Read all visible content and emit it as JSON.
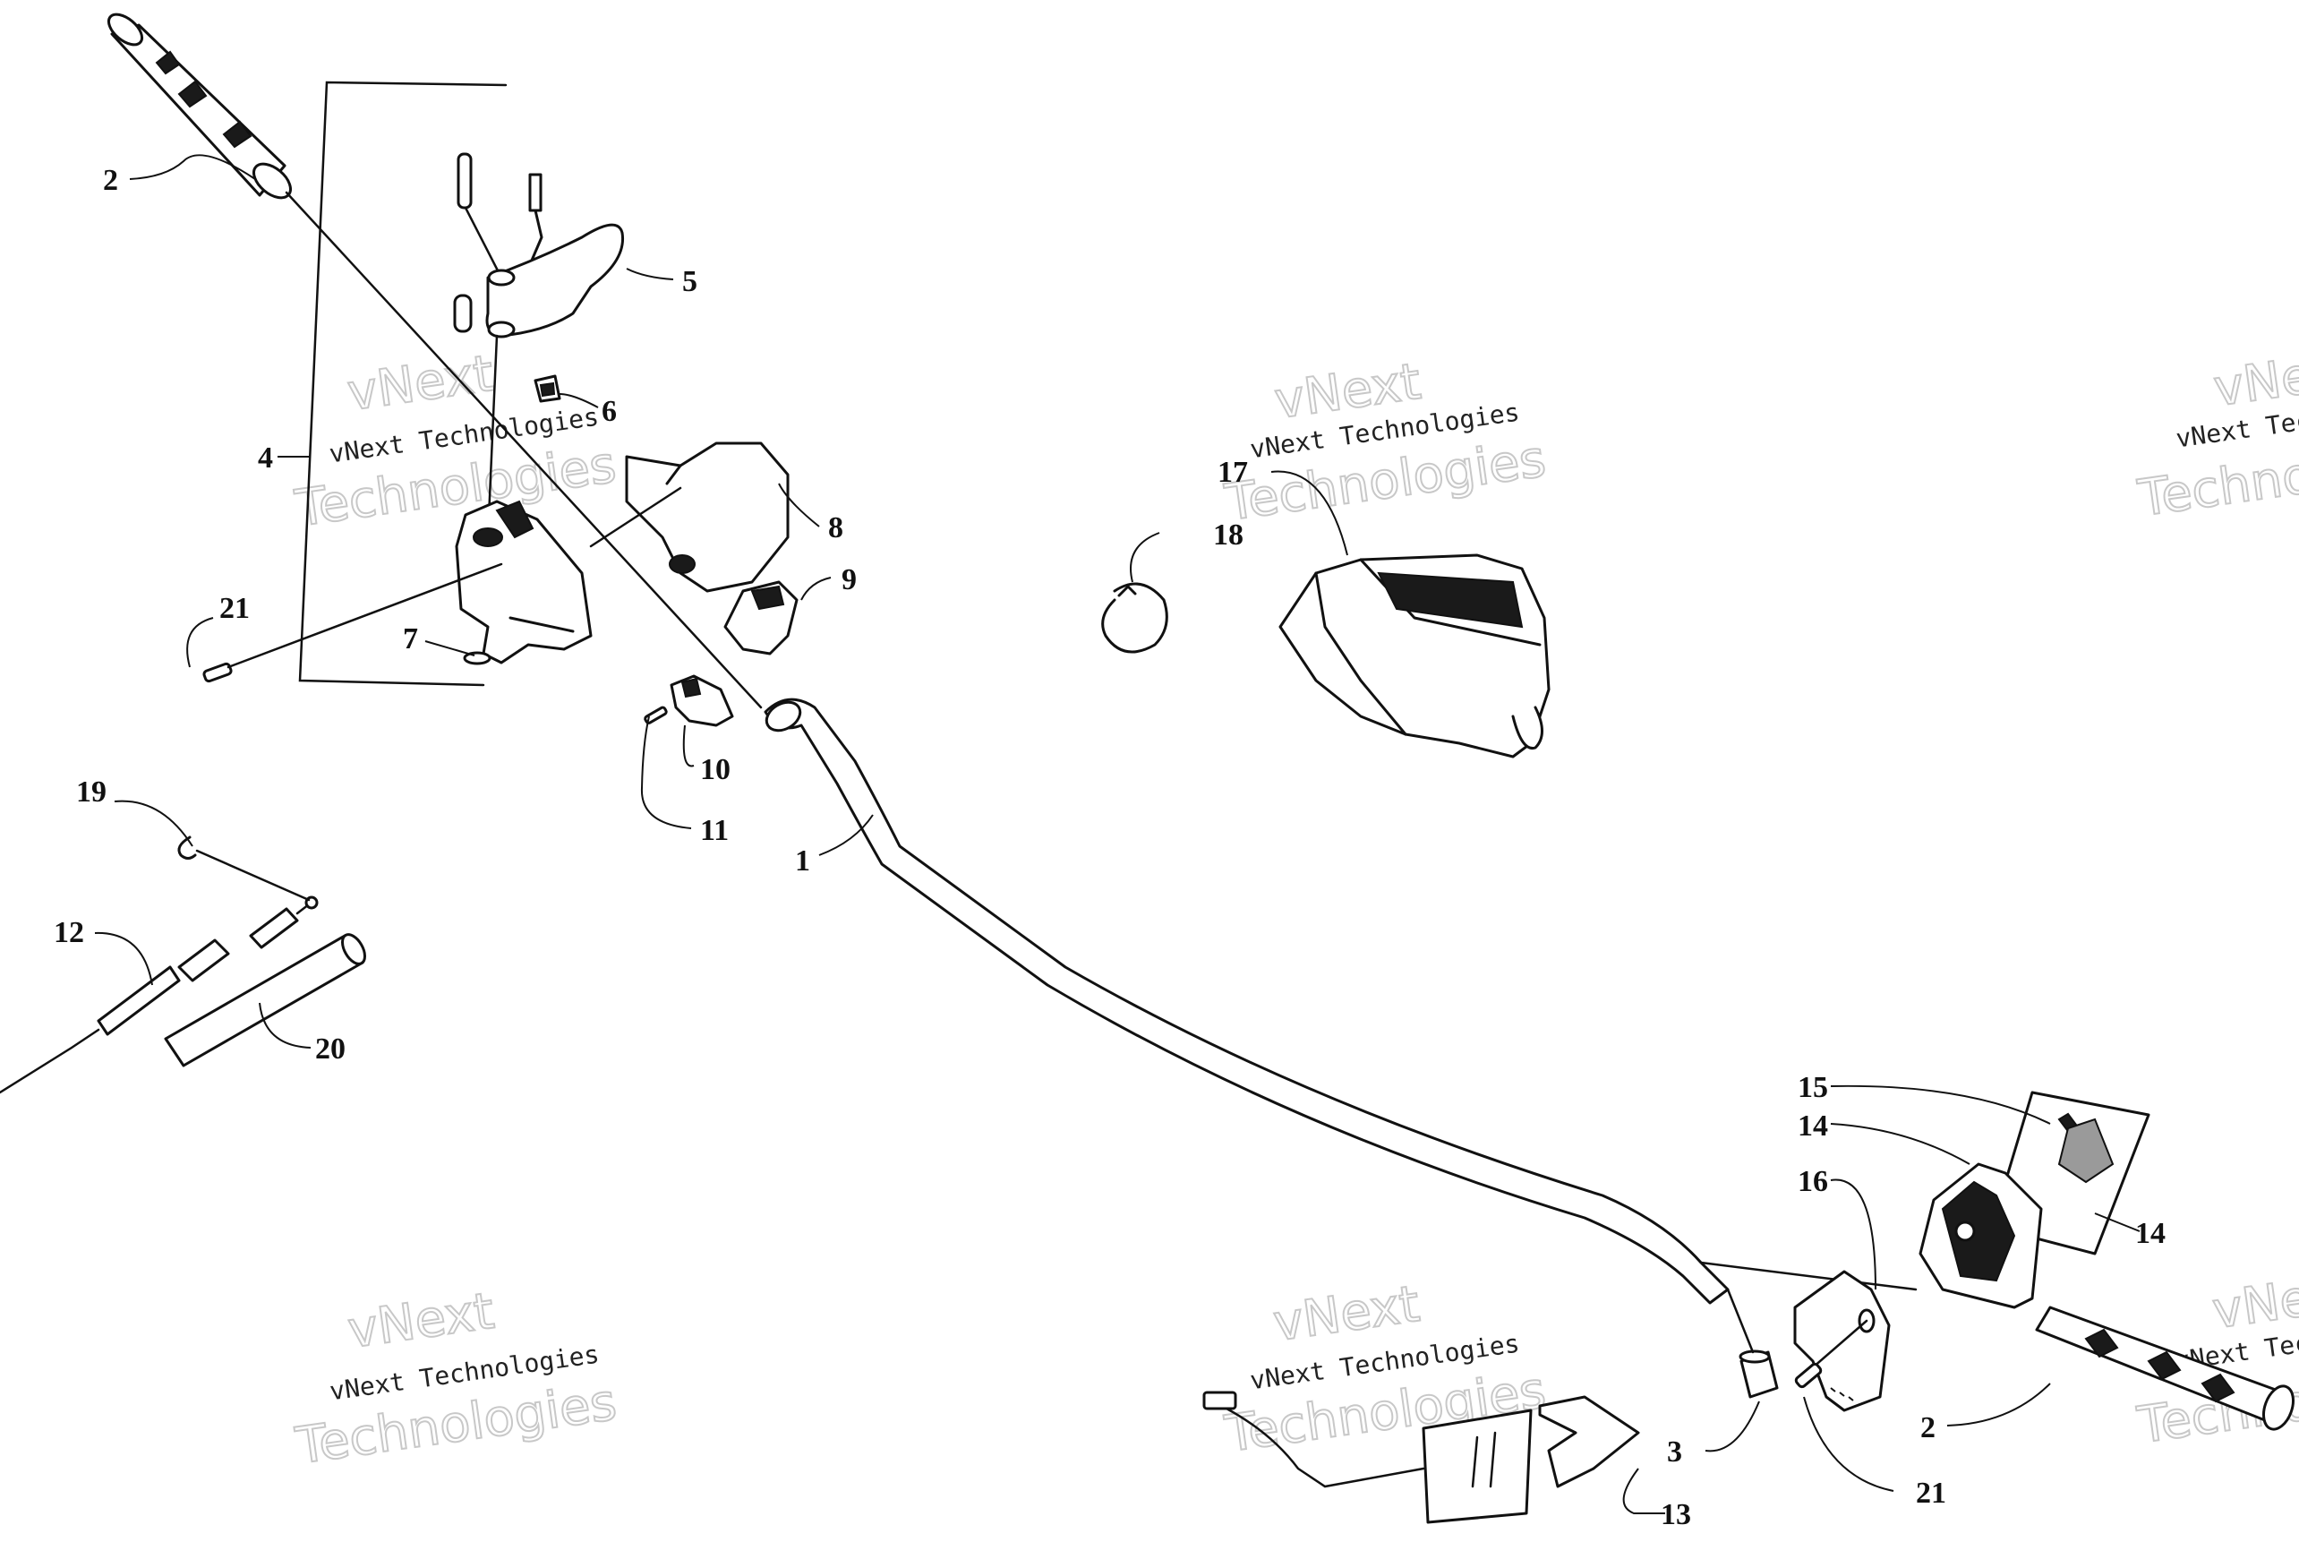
{
  "callouts": [
    {
      "id": "2a",
      "label": "2"
    },
    {
      "id": "5",
      "label": "5"
    },
    {
      "id": "6",
      "label": "6"
    },
    {
      "id": "4",
      "label": "4"
    },
    {
      "id": "8",
      "label": "8"
    },
    {
      "id": "9",
      "label": "9"
    },
    {
      "id": "21a",
      "label": "21"
    },
    {
      "id": "7",
      "label": "7"
    },
    {
      "id": "10",
      "label": "10"
    },
    {
      "id": "11",
      "label": "11"
    },
    {
      "id": "1",
      "label": "1"
    },
    {
      "id": "19",
      "label": "19"
    },
    {
      "id": "12",
      "label": "12"
    },
    {
      "id": "20",
      "label": "20"
    },
    {
      "id": "17",
      "label": "17"
    },
    {
      "id": "18",
      "label": "18"
    },
    {
      "id": "15",
      "label": "15"
    },
    {
      "id": "14a",
      "label": "14"
    },
    {
      "id": "16",
      "label": "16"
    },
    {
      "id": "14b",
      "label": "14"
    },
    {
      "id": "3",
      "label": "3"
    },
    {
      "id": "2b",
      "label": "2"
    },
    {
      "id": "21b",
      "label": "21"
    },
    {
      "id": "13",
      "label": "13"
    }
  ],
  "watermark": {
    "line1": "vNext",
    "line2": "vNext Technologies",
    "line3": "Technologies"
  }
}
